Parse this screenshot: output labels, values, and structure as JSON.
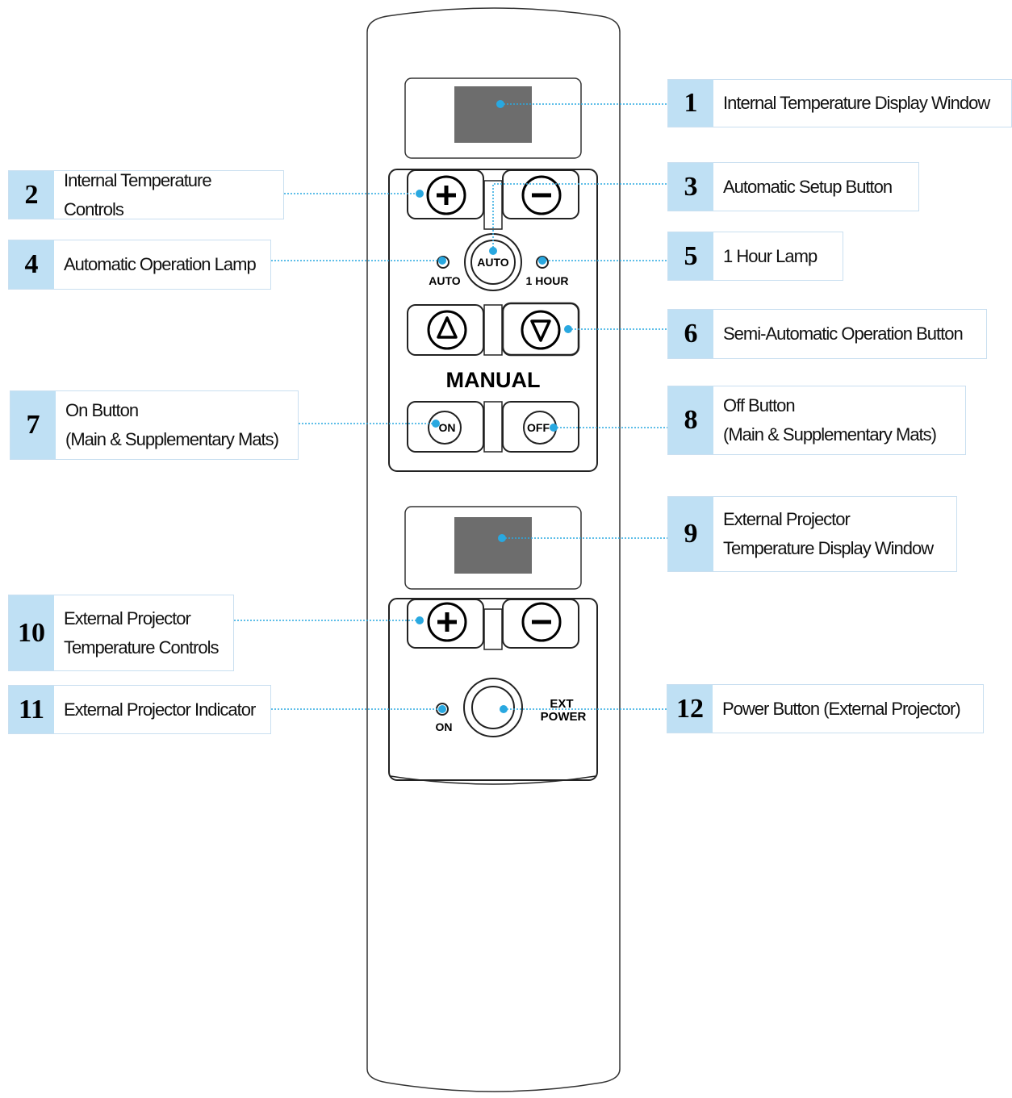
{
  "diagram": {
    "panel_labels": {
      "auto_lamp": "AUTO",
      "auto_button": "AUTO",
      "hour_lamp": "1 HOUR",
      "manual": "MANUAL",
      "on_button": "ON",
      "off_button": "OFF",
      "ext_on": "ON",
      "ext_power": "EXT\nPOWER"
    },
    "callouts": [
      {
        "num": "1",
        "label": "Internal Temperature Display Window"
      },
      {
        "num": "2",
        "label": "Internal Temperature Controls"
      },
      {
        "num": "3",
        "label": "Automatic Setup Button"
      },
      {
        "num": "4",
        "label": "Automatic Operation Lamp"
      },
      {
        "num": "5",
        "label": "1 Hour Lamp"
      },
      {
        "num": "6",
        "label": "Semi-Automatic Operation Button"
      },
      {
        "num": "7",
        "label": "On Button\n(Main & Supplementary Mats)"
      },
      {
        "num": "8",
        "label": "Off Button\n(Main & Supplementary Mats)"
      },
      {
        "num": "9",
        "label": "External Projector\nTemperature Display Window"
      },
      {
        "num": "10",
        "label": "External Projector\nTemperature Controls"
      },
      {
        "num": "11",
        "label": "External Projector Indicator"
      },
      {
        "num": "12",
        "label": "Power Button (External Projector)"
      }
    ],
    "colors": {
      "callout_number_bg": "#bfe0f4",
      "leader_line": "#29a8e0",
      "display_window": "#6d6d6d"
    }
  }
}
